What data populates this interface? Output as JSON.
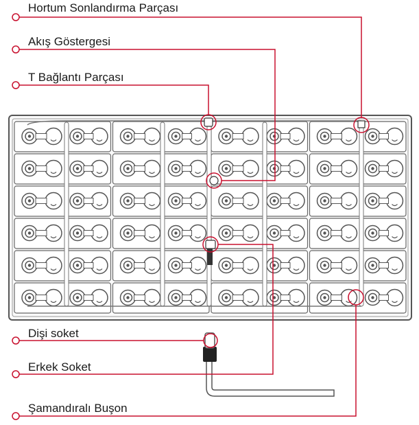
{
  "labels": {
    "hose_end": "Hortum Sonlandırma Parçası",
    "flow_indicator": "Akış Göstergesi",
    "t_connector": "T Bağlantı Parçası",
    "female_socket": "Dişi soket",
    "male_socket": "Erkek Soket",
    "float_plug": "Şamandıralı Buşon"
  },
  "colors": {
    "callout": "#c8102e",
    "outline": "#444444",
    "text": "#1a1a1a"
  }
}
